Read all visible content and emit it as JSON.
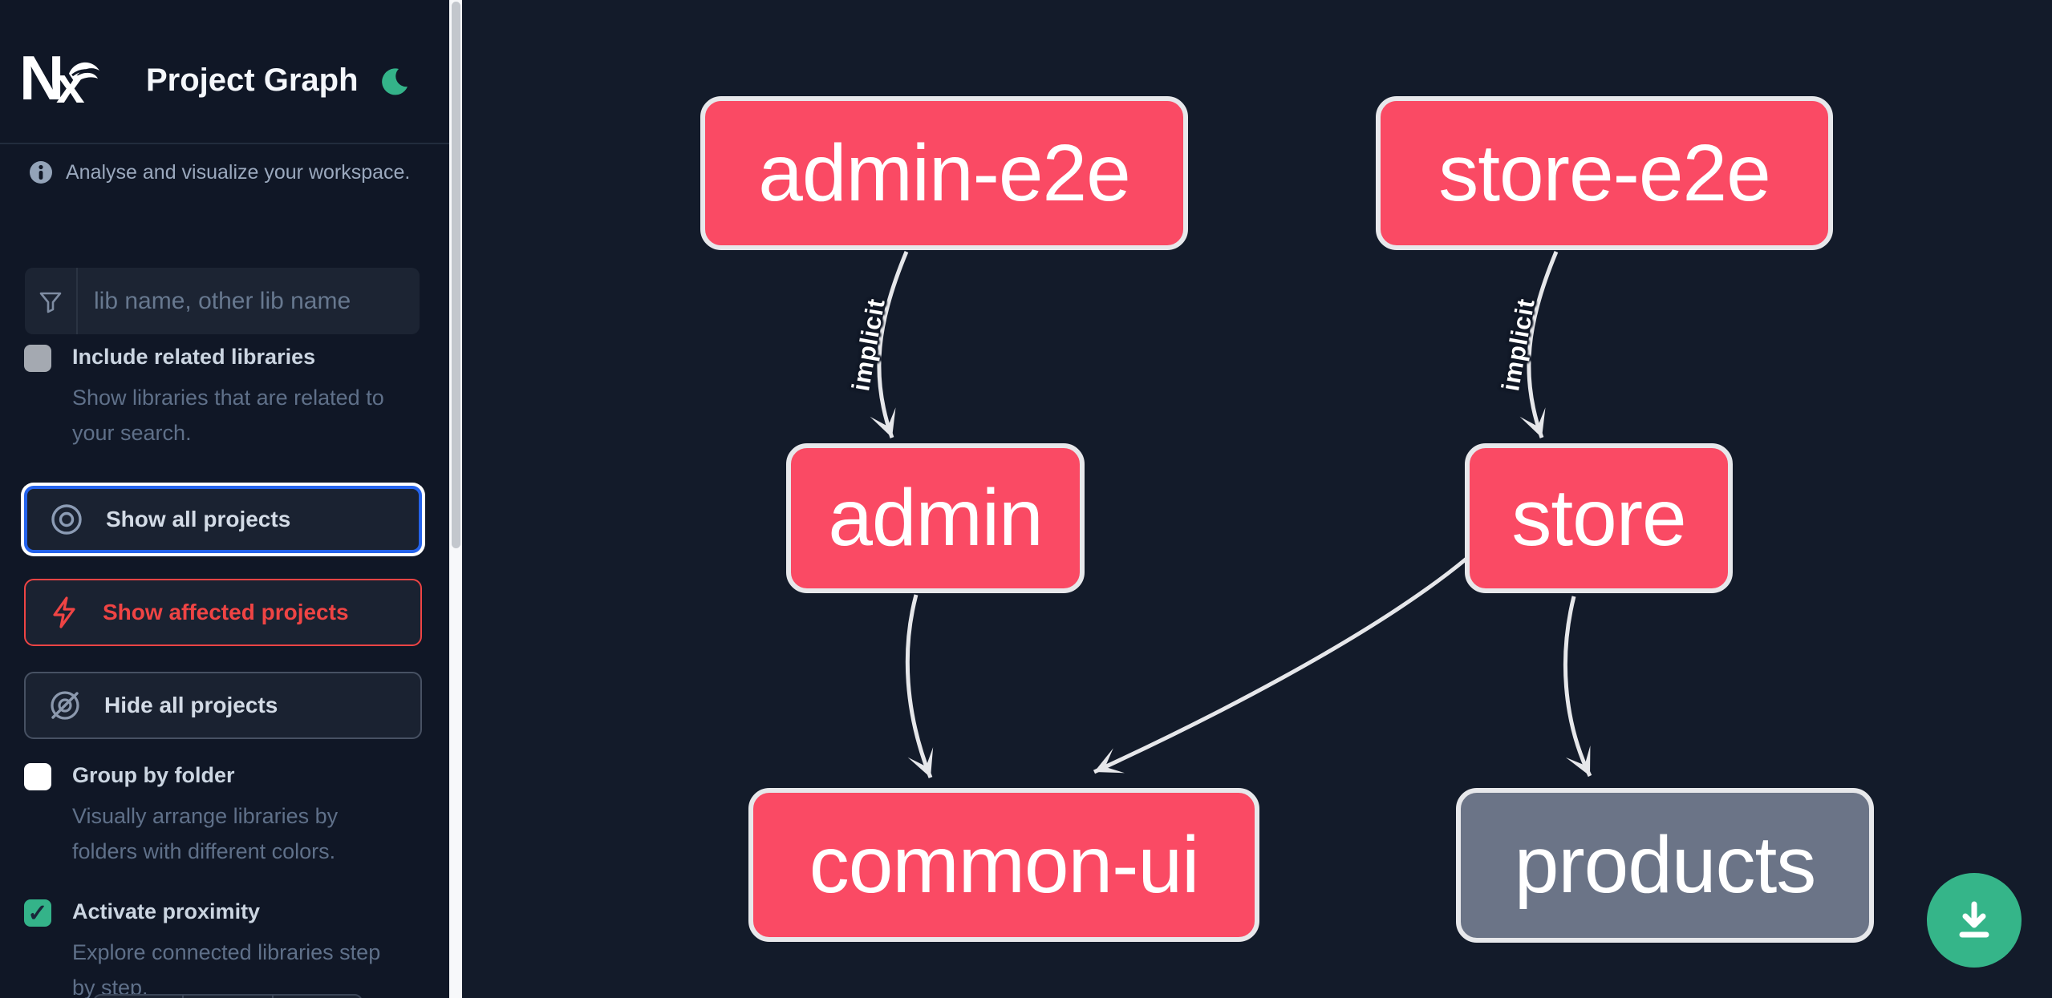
{
  "header": {
    "logo_text": "Nx",
    "title": "Project Graph",
    "theme_toggle_icon": "moon-icon"
  },
  "sidebar": {
    "tagline": "Analyse and visualize your workspace.",
    "search": {
      "placeholder": "lib name, other lib name",
      "value": "",
      "icon": "funnel-icon"
    },
    "toggles": [
      {
        "id": "include-related",
        "label": "Include related libraries",
        "description": "Show libraries that are related to your search.",
        "checked": false
      },
      {
        "id": "group-by-folder",
        "label": "Group by folder",
        "description_line1": "Visually arrange libraries by",
        "description_line2": "folders with different colors.",
        "checked": false
      },
      {
        "id": "activate-proximity",
        "label": "Activate proximity",
        "description_line1": "Explore connected libraries step",
        "description_line2": "by step.",
        "checked": true,
        "check_glyph": "✓"
      }
    ],
    "buttons": [
      {
        "id": "show-all",
        "label": "Show all projects",
        "icon": "eye-icon",
        "state": "focused"
      },
      {
        "id": "show-affected",
        "label": "Show affected projects",
        "icon": "bolt-icon",
        "state": "danger"
      },
      {
        "id": "hide-all",
        "label": "Hide all projects",
        "icon": "eye-off-icon",
        "state": "default"
      }
    ]
  },
  "graph": {
    "nodes": [
      {
        "id": "admin-e2e",
        "label": "admin-e2e",
        "type": "affected"
      },
      {
        "id": "store-e2e",
        "label": "store-e2e",
        "type": "affected"
      },
      {
        "id": "admin",
        "label": "admin",
        "type": "affected"
      },
      {
        "id": "store",
        "label": "store",
        "type": "affected"
      },
      {
        "id": "common-ui",
        "label": "common-ui",
        "type": "affected"
      },
      {
        "id": "products",
        "label": "products",
        "type": "plain"
      }
    ],
    "edges": [
      {
        "source": "admin-e2e",
        "target": "admin",
        "label": "implicit"
      },
      {
        "source": "store-e2e",
        "target": "store",
        "label": "implicit"
      },
      {
        "source": "admin",
        "target": "common-ui",
        "label": ""
      },
      {
        "source": "store",
        "target": "common-ui",
        "label": ""
      },
      {
        "source": "store",
        "target": "products",
        "label": ""
      }
    ]
  },
  "fab": {
    "icon": "download-icon"
  },
  "colors": {
    "affected_node": "#fa4a64",
    "plain_node": "#6b7487",
    "node_border": "#e7e8eb",
    "edge": "#e6e7ea",
    "accent_green": "#35b589",
    "focus_blue": "#2563eb",
    "danger_red": "#ef4444",
    "canvas_bg": "#131b2a",
    "sidebar_bg": "#101726"
  }
}
